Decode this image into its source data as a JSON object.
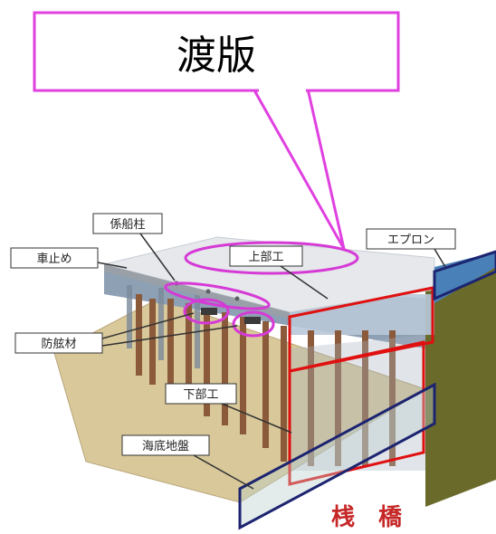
{
  "callout": {
    "text": "渡版"
  },
  "labels": {
    "mooring_post": "係船柱",
    "car_stop": "車止め",
    "superstructure": "上部工",
    "apron": "エプロン",
    "fender": "防舷材",
    "substructure": "下部工",
    "seabed": "海底地盤"
  },
  "title": "桟　橋",
  "colors": {
    "callout_border": "#e040e0",
    "highlight_magenta": "#d63ad6",
    "highlight_red": "#e01010",
    "highlight_navy": "#1c2470",
    "title_red": "#c62828",
    "seabed": "#d8c89a",
    "deck_top": "#e6e8ec",
    "piles": "#8a5a3a"
  }
}
